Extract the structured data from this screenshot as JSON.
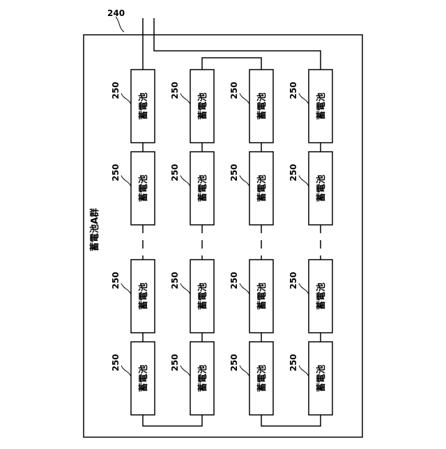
{
  "diagram": {
    "group_ref": "240",
    "group_label": "蓄電池A群",
    "cell_ref": "250",
    "cell_label": "蓄電池",
    "columns": 4,
    "rows": 4
  }
}
